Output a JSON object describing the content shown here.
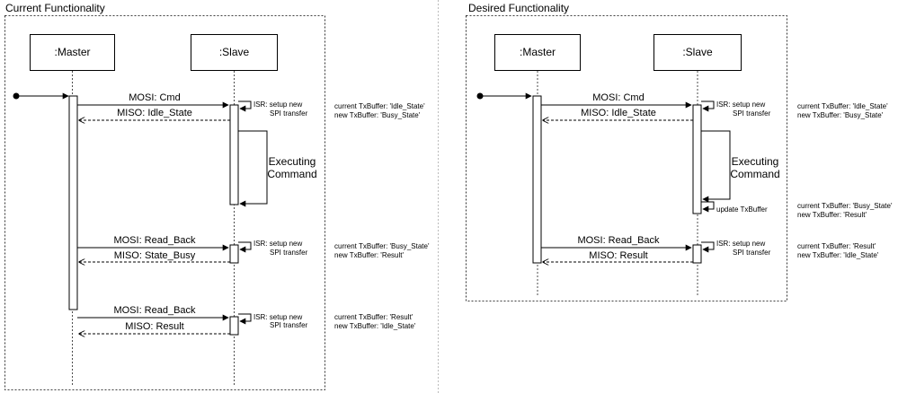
{
  "panels": [
    {
      "title": "Current Functionality",
      "master_label": ":Master",
      "slave_label": ":Slave",
      "messages": [
        {
          "id": "cmd",
          "text": "MOSI: Cmd"
        },
        {
          "id": "idle",
          "text": "MISO: Idle_State"
        },
        {
          "id": "rb1",
          "text": "MOSI: Read_Back"
        },
        {
          "id": "busy",
          "text": "MISO: State_Busy"
        },
        {
          "id": "rb2",
          "text": "MOSI: Read_Back"
        },
        {
          "id": "result",
          "text": "MISO: Result"
        }
      ],
      "isr_notes": [
        [
          "ISR: setup new",
          "SPI transfer"
        ],
        [
          "ISR: setup new",
          "SPI transfer"
        ],
        [
          "ISR: setup new",
          "SPI transfer"
        ]
      ],
      "executing": [
        "Executing",
        "Command"
      ],
      "buffer_notes": [
        [
          "current TxBuffer: 'Idle_State'",
          "new TxBuffer: 'Busy_State'"
        ],
        [
          "current TxBuffer: 'Busy_State'",
          "new TxBuffer: 'Result'"
        ],
        [
          "current TxBuffer: 'Result'",
          "new TxBuffer: 'Idle_State'"
        ]
      ]
    },
    {
      "title": "Desired Functionality",
      "master_label": ":Master",
      "slave_label": ":Slave",
      "messages": [
        {
          "id": "cmd",
          "text": "MOSI: Cmd"
        },
        {
          "id": "idle",
          "text": "MISO: Idle_State"
        },
        {
          "id": "rb",
          "text": "MOSI: Read_Back"
        },
        {
          "id": "result",
          "text": "MISO: Result"
        }
      ],
      "isr_notes": [
        [
          "ISR: setup new",
          "SPI transfer"
        ],
        [
          "ISR: setup new",
          "SPI transfer"
        ]
      ],
      "executing": [
        "Executing",
        "Command"
      ],
      "update_note": "update TxBuffer",
      "buffer_notes": [
        [
          "current TxBuffer: 'Idle_State'",
          "new TxBuffer: 'Busy_State'"
        ],
        [
          "current TxBuffer: 'Busy_State'",
          "new TxBuffer: 'Result'"
        ],
        [
          "current TxBuffer: 'Result'",
          "new TxBuffer: 'Idle_State'"
        ]
      ]
    }
  ]
}
